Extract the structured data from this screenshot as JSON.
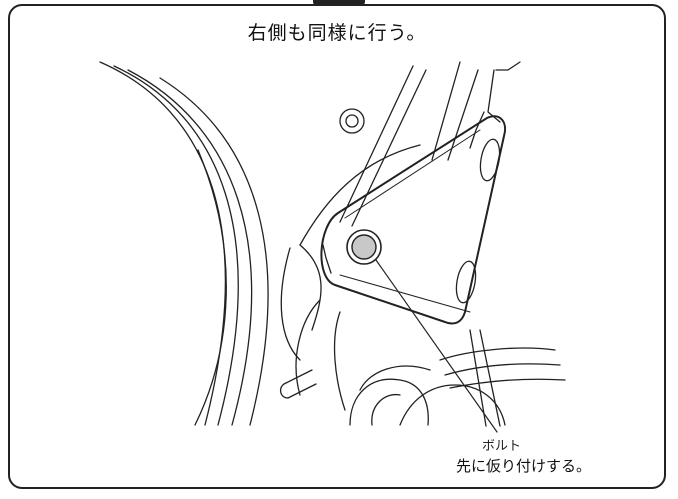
{
  "title": "右側も同様に行う。",
  "callout": {
    "part_name": "ボルト",
    "instruction": "先に仮り付けする。"
  },
  "colors": {
    "line": "#222222",
    "bolt_fill": "#c8c8c8",
    "background": "#ffffff"
  }
}
